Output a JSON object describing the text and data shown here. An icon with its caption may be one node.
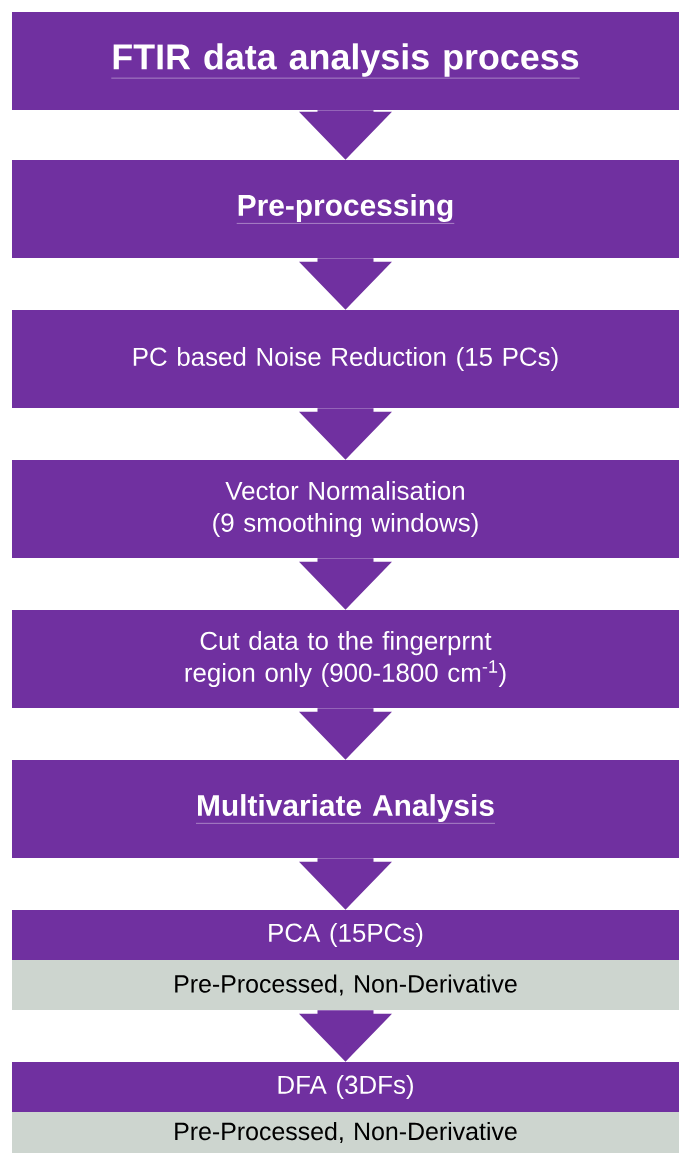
{
  "diagram": {
    "nodes": [
      {
        "text": [
          "FTIR data analysis process"
        ]
      },
      {
        "text": [
          "Pre-processing"
        ]
      },
      {
        "text": [
          "PC based Noise Reduction (15 PCs)"
        ]
      },
      {
        "text": [
          "Vector Normalisation (9 smoothing windows)"
        ]
      },
      {
        "text": [
          "Cut data to the fingerprnt region only (900-1800 cm$^{-1}$)"
        ]
      },
      {
        "text": [
          "Multivariate Analysis"
        ]
      },
      {
        "text": [
          "PCA (15PCs)"
        ]
      },
      {
        "text": [
          "Pre-Processed, Non-Derivative"
        ]
      },
      {
        "text": [
          "DFA (3DFs)"
        ]
      },
      {
        "text": [
          "Pre-Processed, Non-Derivative"
        ]
      }
    ],
    "edges": [
      {
        "from": 0,
        "to": 1,
        "arrow": "to"
      },
      {
        "from": 1,
        "to": 2,
        "arrow": "to"
      },
      {
        "from": 2,
        "to": 3,
        "arrow": "to"
      },
      {
        "from": 3,
        "to": 4,
        "arrow": "to"
      },
      {
        "from": 4,
        "to": 5,
        "arrow": "to"
      },
      {
        "from": 5,
        "to": 6,
        "arrow": "to"
      },
      {
        "from": 7,
        "to": 8,
        "arrow": "to"
      }
    ]
  }
}
